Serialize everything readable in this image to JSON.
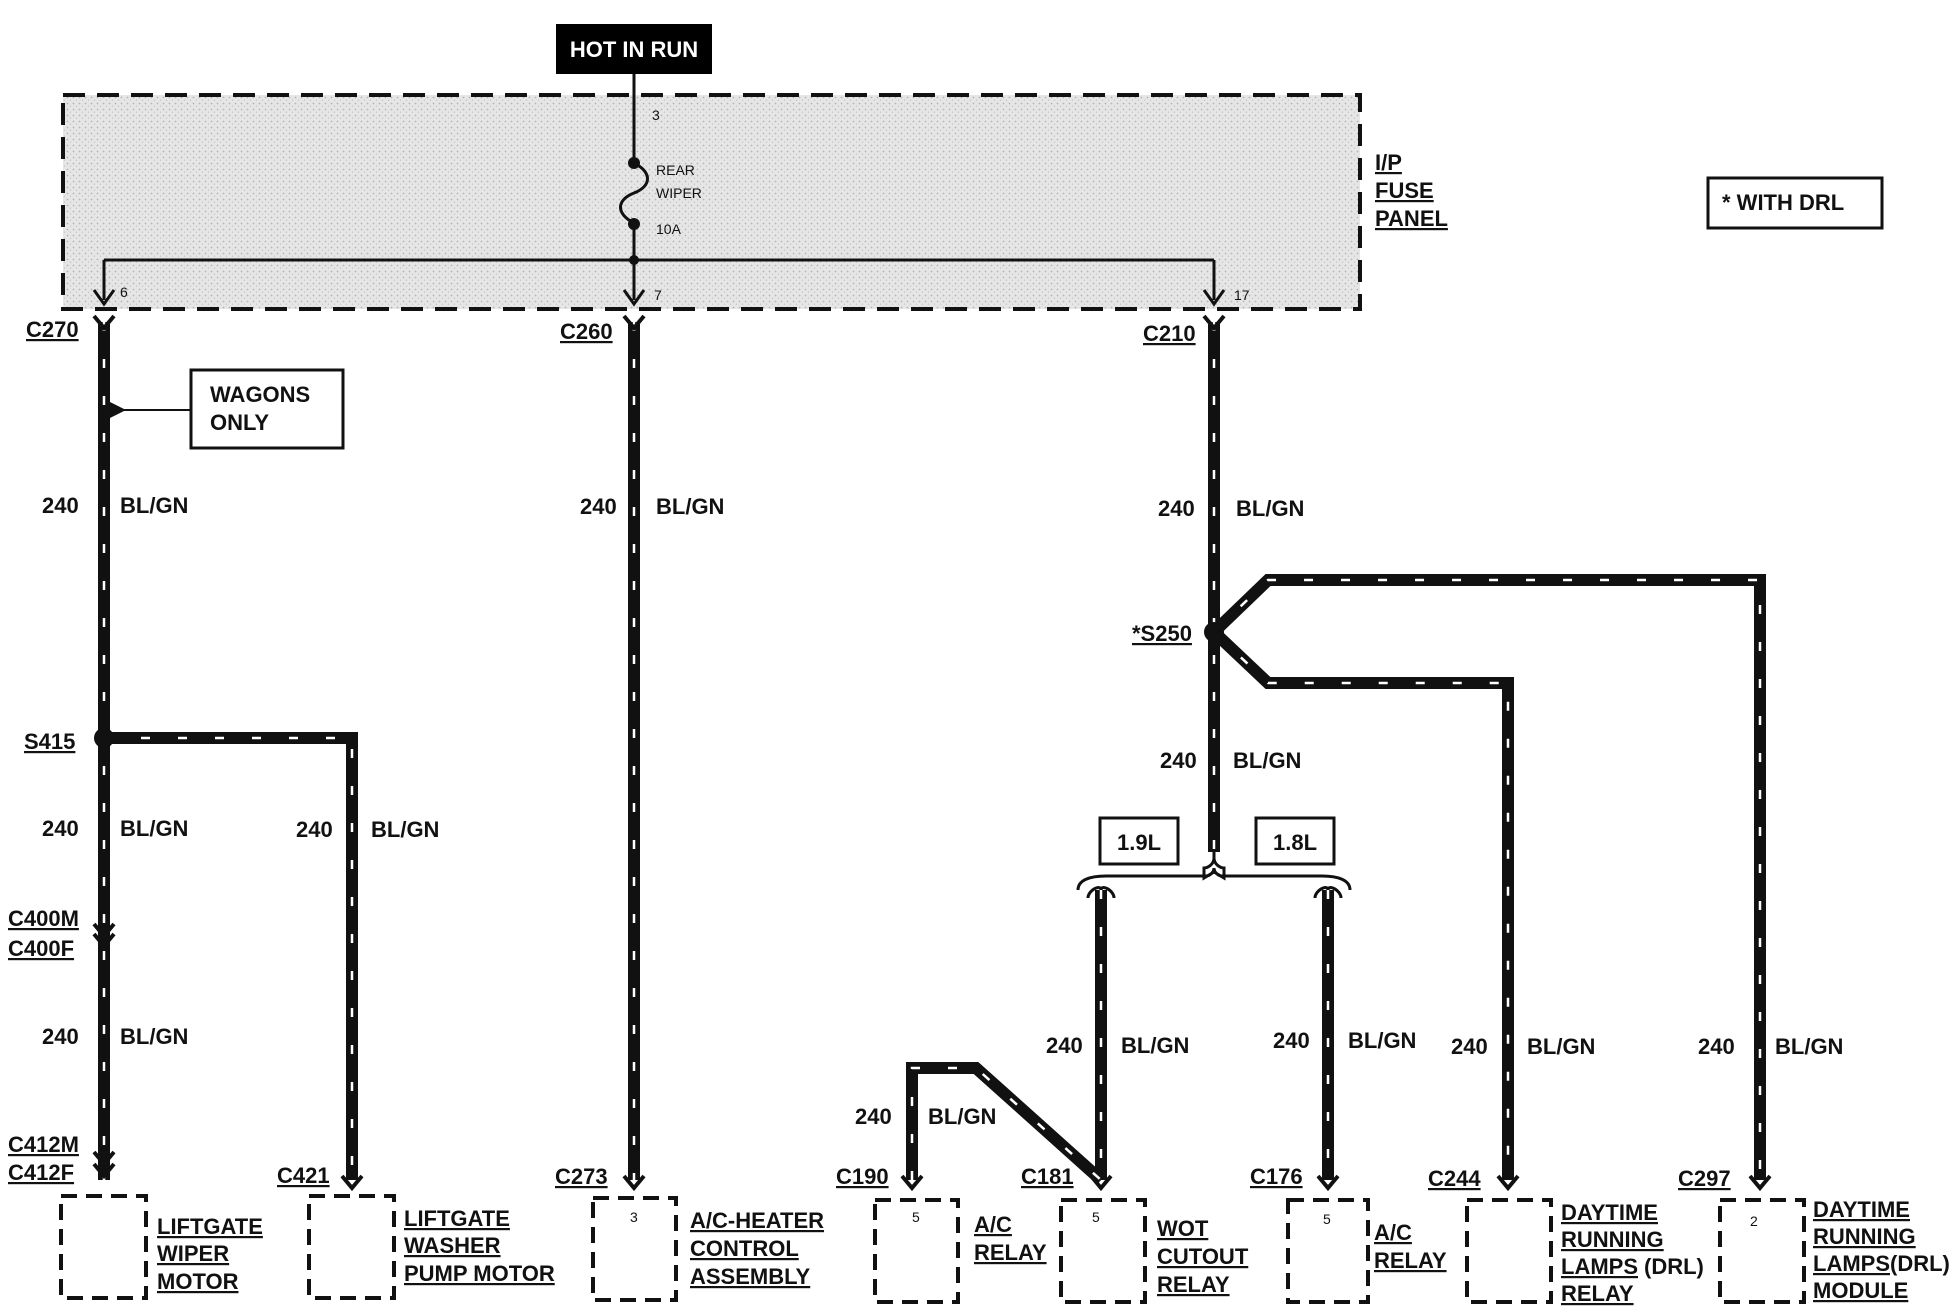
{
  "header": {
    "hot_in_run": "HOT IN RUN",
    "legend": "* WITH DRL"
  },
  "fuse_panel": {
    "label": [
      "I/P",
      "FUSE",
      "PANEL"
    ],
    "fuse_pin": "3",
    "fuse_name_1": "REAR",
    "fuse_name_2": "WIPER",
    "fuse_rating": "10A"
  },
  "pins": {
    "left": "6",
    "center": "7",
    "right": "17"
  },
  "connectors": {
    "c270": "C270",
    "c260": "C260",
    "c210": "C210",
    "c400m": "C400M",
    "c400f": "C400F",
    "c412m": "C412M",
    "c412f": "C412F",
    "c421": "C421",
    "c273": "C273",
    "c190": "C190",
    "c181": "C181",
    "c176": "C176",
    "c244": "C244",
    "c297": "C297"
  },
  "splices": {
    "s415": "S415",
    "s250": "*S250"
  },
  "note": {
    "line1": "WAGONS",
    "line2": "ONLY"
  },
  "wire": {
    "circuit": "240",
    "color": "BL/GN"
  },
  "engine_options": {
    "a": "1.9L",
    "b": "1.8L"
  },
  "component_pins": {
    "c273": "3",
    "c190": "5",
    "c181": "5",
    "c176": "5",
    "c297": "2"
  },
  "components": {
    "liftgate_wiper": [
      "LIFTGATE",
      "WIPER",
      "MOTOR"
    ],
    "washer_pump": [
      "LIFTGATE",
      "WASHER",
      "PUMP MOTOR"
    ],
    "ac_heater": [
      "A/C-HEATER",
      "CONTROL",
      "ASSEMBLY"
    ],
    "ac_relay_1": [
      "A/C",
      "RELAY"
    ],
    "wot_relay": [
      "WOT",
      "CUTOUT",
      "RELAY"
    ],
    "ac_relay_2": [
      "A/C",
      "RELAY"
    ],
    "drl_relay": [
      "DAYTIME",
      "RUNNING",
      "LAMPS",
      "(DRL)",
      "RELAY"
    ],
    "drl_module": [
      "DAYTIME",
      "RUNNING",
      "LAMPS",
      "(DRL)",
      "MODULE"
    ]
  }
}
